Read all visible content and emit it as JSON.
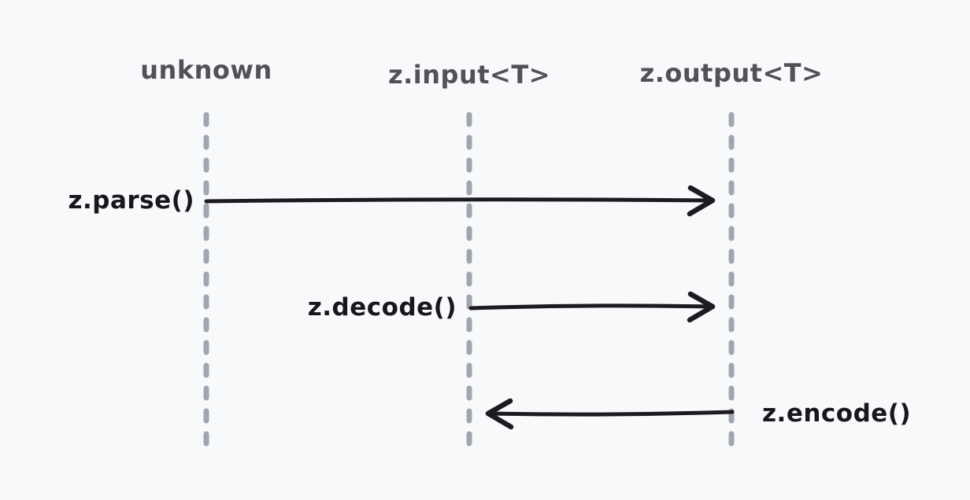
{
  "diagram": {
    "title": "zod parse/decode/encode sequence diagram",
    "colors": {
      "background": "#f8f9fa",
      "lifeline": "#a0a6b0",
      "arrow": "#1b1b20",
      "lifeline_label": "#515159",
      "message_label": "#17171c"
    },
    "lifelines": [
      {
        "label": "unknown"
      },
      {
        "label": "z.input<T>"
      },
      {
        "label": "z.output<T>"
      }
    ],
    "messages": [
      {
        "label": "z.parse()",
        "from": "unknown",
        "to": "z.output<T>",
        "direction": "right"
      },
      {
        "label": "z.decode()",
        "from": "z.input<T>",
        "to": "z.output<T>",
        "direction": "right"
      },
      {
        "label": "z.encode()",
        "from": "z.output<T>",
        "to": "z.input<T>",
        "direction": "left"
      }
    ]
  }
}
